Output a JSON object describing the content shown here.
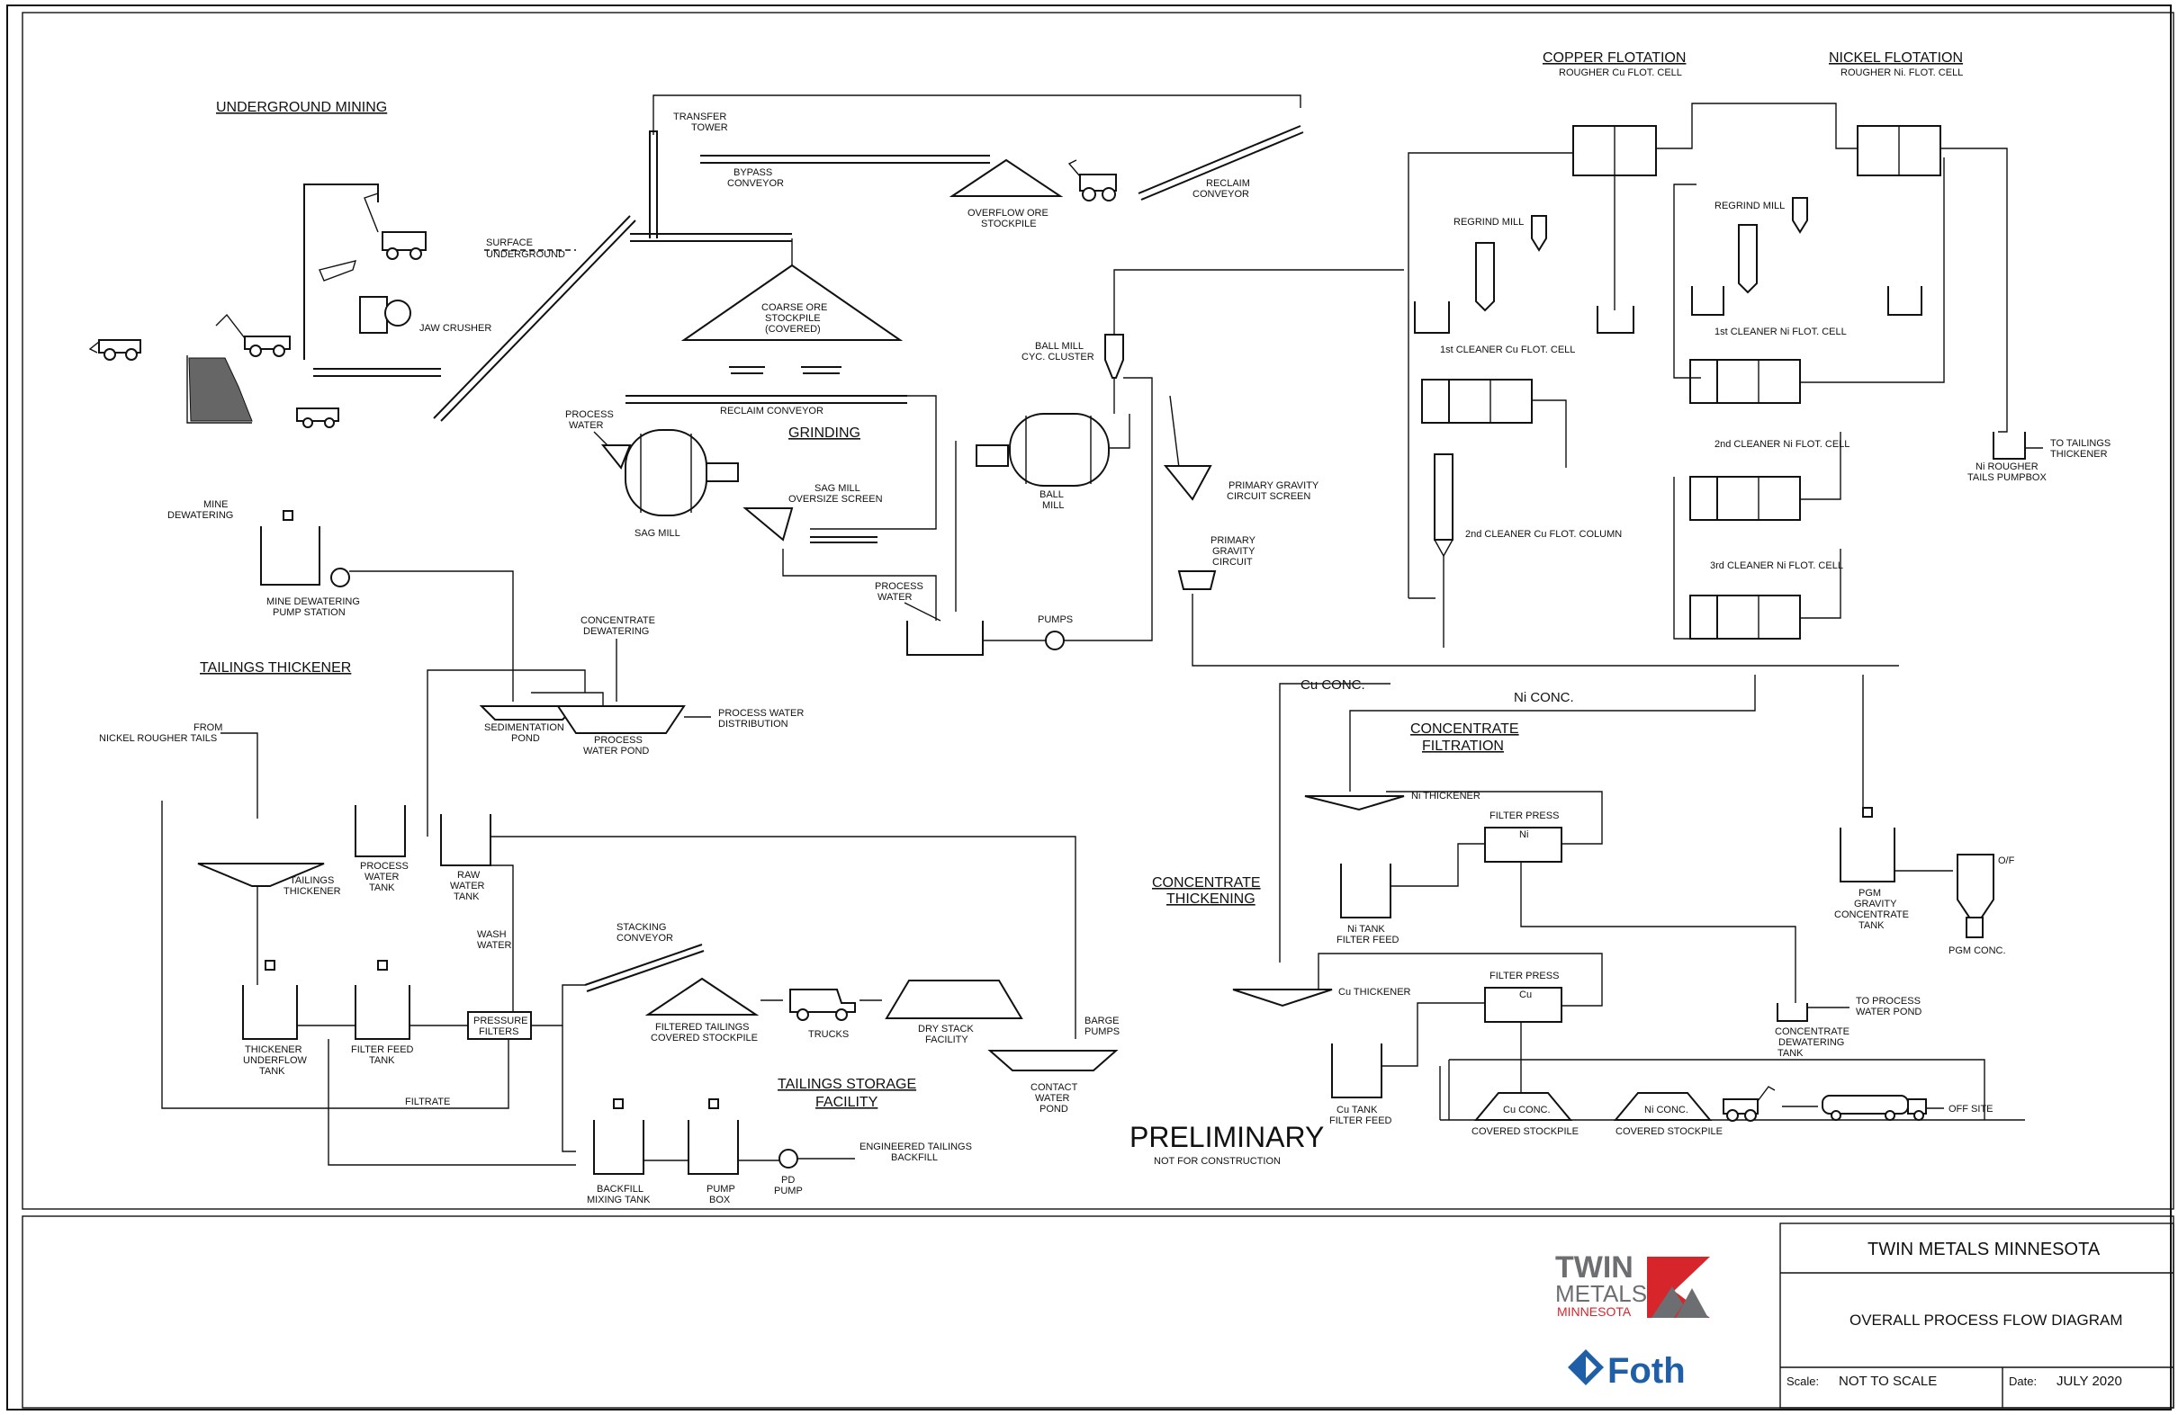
{
  "sections": {
    "underground_mining": "UNDERGROUND MINING",
    "grinding": "GRINDING",
    "tailings_thickener": "TAILINGS THICKENER",
    "tailings_storage": [
      "TAILINGS STORAGE",
      "FACILITY"
    ],
    "copper_flotation": "COPPER FLOTATION",
    "nickel_flotation": "NICKEL FLOTATION",
    "concentrate_filtration": [
      "CONCENTRATE",
      "FILTRATION"
    ],
    "concentrate_thickening": [
      "CONCENTRATE",
      "THICKENING"
    ]
  },
  "labels": {
    "transfer_tower": [
      "TRANSFER",
      "TOWER"
    ],
    "bypass_conveyor": [
      "BYPASS",
      "CONVEYOR"
    ],
    "overflow_ore_stockpile": [
      "OVERFLOW ORE",
      "STOCKPILE"
    ],
    "reclaim_conveyor_top": [
      "RECLAIM",
      "CONVEYOR"
    ],
    "surface_underground": [
      "SURFACE",
      "UNDERGROUND"
    ],
    "jaw_crusher": "JAW CRUSHER",
    "coarse_ore_stockpile": [
      "COARSE ORE",
      "STOCKPILE",
      "(COVERED)"
    ],
    "reclaim_conveyor": "RECLAIM CONVEYOR",
    "process_water_1": [
      "PROCESS",
      "WATER"
    ],
    "sag_mill": "SAG MILL",
    "sag_mill_screen": [
      "SAG MILL",
      "OVERSIZE SCREEN"
    ],
    "ball_mill": [
      "BALL",
      "MILL"
    ],
    "ball_mill_cyclone": [
      "BALL MILL",
      "CYC. CLUSTER"
    ],
    "primary_gravity_screen": [
      "PRIMARY GRAVITY",
      "CIRCUIT SCREEN"
    ],
    "primary_gravity_circuit": [
      "PRIMARY",
      "GRAVITY",
      "CIRCUIT"
    ],
    "process_water_2": [
      "PROCESS",
      "WATER"
    ],
    "pumps": "PUMPS",
    "mine_dewatering": [
      "MINE",
      "DEWATERING"
    ],
    "mine_dewatering_pump": [
      "MINE DEWATERING",
      "PUMP STATION"
    ],
    "concentrate_dewatering": [
      "CONCENTRATE",
      "DEWATERING"
    ],
    "sedimentation_pond": [
      "SEDIMENTATION",
      "POND"
    ],
    "process_water_pond": [
      "PROCESS",
      "WATER POND"
    ],
    "process_water_distribution": [
      "PROCESS WATER",
      "DISTRIBUTION"
    ],
    "from_nickel": [
      "FROM",
      "NICKEL ROUGHER TAILS"
    ],
    "tailings_thickener_lbl": [
      "TAILINGS",
      "THICKENER"
    ],
    "process_water_tank": [
      "PROCESS",
      "WATER",
      "TANK"
    ],
    "raw_water_tank": [
      "RAW",
      "WATER",
      "TANK"
    ],
    "wash_water": [
      "WASH",
      "WATER"
    ],
    "stacking_conveyor": [
      "STACKING",
      "CONVEYOR"
    ],
    "filtered_tailings": [
      "FILTERED TAILINGS",
      "COVERED STOCKPILE"
    ],
    "trucks": "TRUCKS",
    "dry_stack": [
      "DRY STACK",
      "FACILITY"
    ],
    "barge_pumps": [
      "BARGE",
      "PUMPS"
    ],
    "contact_water_pond": [
      "CONTACT",
      "WATER",
      "POND"
    ],
    "thickener_underflow": [
      "THICKENER",
      "UNDERFLOW",
      "TANK"
    ],
    "filter_feed_tank": [
      "FILTER FEED",
      "TANK"
    ],
    "pressure_filters": [
      "PRESSURE",
      "FILTERS"
    ],
    "filtrate": "FILTRATE",
    "backfill_mixing": [
      "BACKFILL",
      "MIXING TANK"
    ],
    "pump_box": [
      "PUMP",
      "BOX"
    ],
    "pd_pump": [
      "PD",
      "PUMP"
    ],
    "engineered_backfill": [
      "ENGINEERED TAILINGS",
      "BACKFILL"
    ],
    "rougher_cu": "ROUGHER Cu FLOT. CELL",
    "rougher_ni": "ROUGHER Ni. FLOT. CELL",
    "regrind_mill_cu": "REGRIND MILL",
    "regrind_mill_ni": "REGRIND MILL",
    "cleaner1_cu": "1st CLEANER Cu FLOT. CELL",
    "cleaner1_ni": "1st CLEANER Ni FLOT. CELL",
    "cleaner2_cu": "2nd CLEANER Cu FLOT. COLUMN",
    "cleaner2_ni": "2nd CLEANER Ni FLOT. CELL",
    "cleaner3_ni": "3rd CLEANER Ni FLOT. CELL",
    "ni_rougher_pumpbox": [
      "Ni ROUGHER",
      "TAILS PUMPBOX"
    ],
    "to_tailings_thickener": [
      "TO TAILINGS",
      "THICKENER"
    ],
    "cu_conc": "Cu CONC.",
    "ni_conc": "Ni CONC.",
    "ni_thickener": "Ni THICKENER",
    "filter_press_ni": "FILTER PRESS",
    "filter_press_ni_tag": "Ni",
    "ni_tank": [
      "Ni TANK",
      "FILTER FEED"
    ],
    "cu_thickener": "Cu THICKENER",
    "filter_press_cu": "FILTER PRESS",
    "filter_press_cu_tag": "Cu",
    "cu_tank": [
      "Cu TANK",
      "FILTER FEED"
    ],
    "pgm_tank": [
      "PGM",
      "GRAVITY",
      "CONCENTRATE",
      "TANK"
    ],
    "of": "O/F",
    "pgm_conc": "PGM CONC.",
    "to_process_water": [
      "TO PROCESS",
      "WATER POND"
    ],
    "conc_dewatering_tank": [
      "CONCENTRATE",
      "DEWATERING",
      "TANK"
    ],
    "cu_conc_pile": "Cu CONC.",
    "ni_conc_pile": "Ni CONC.",
    "covered_stockpile_1": "COVERED STOCKPILE",
    "covered_stockpile_2": "COVERED STOCKPILE",
    "offsite": "OFF SITE"
  },
  "stamp": {
    "main": "PRELIMINARY",
    "sub": "NOT FOR CONSTRUCTION"
  },
  "title_block": {
    "logo_twin_metals": [
      "TWIN",
      "METALS",
      "MINNESOTA"
    ],
    "logo_foth": "Foth",
    "client": "TWIN METALS MINNESOTA",
    "drawing_title": "OVERALL PROCESS FLOW DIAGRAM",
    "scale_label": "Scale:",
    "scale_value": "NOT TO SCALE",
    "date_label": "Date:",
    "date_value": "JULY 2020"
  },
  "colors": {
    "ink": "#111111",
    "logo_red": "#d6262c",
    "logo_gray": "#6d6e71",
    "foth_blue": "#1f5fa8"
  }
}
